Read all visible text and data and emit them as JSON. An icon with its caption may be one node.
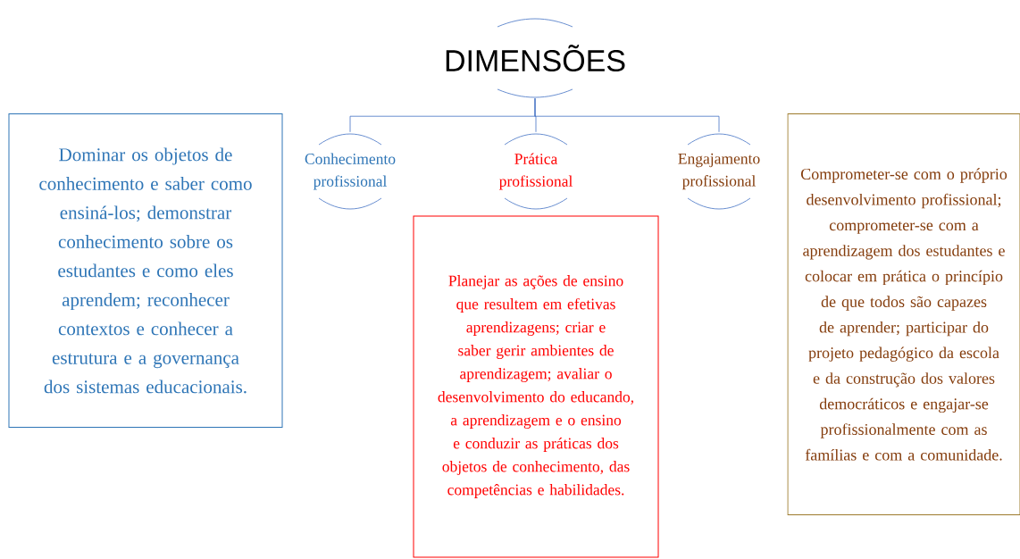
{
  "diagram": {
    "nodes": [
      {
        "text": [
          "DIMENSÕES"
        ]
      },
      {
        "text": [
          "Conhecimento profissional"
        ]
      },
      {
        "text": [
          "Prática profissional"
        ]
      },
      {
        "text": [
          "Engajamento profissional"
        ]
      },
      {
        "text": [
          "Dominar os objetos de conhecimento e saber como ensiná-los; demonstrar conhecimento sobre os estudantes e como eles aprendem; reconhecer contextos e conhecer a estrutura e a governança dos sistemas educacionais."
        ]
      },
      {
        "text": [
          "Planejar as ações de ensino que resultem em efetivas aprendizagens; criar e saber gerir ambientes de aprendizagem; avaliar o desenvolvimento do educando, a aprendizagem e o ensino e conduzir as práticas dos objetos de conhecimento, das competências e habilidades."
        ]
      },
      {
        "text": [
          "Comprometer-se com o próprio desenvolvimento profissional; comprometer-se com a aprendizagem dos estudantes e colocar em prática o princípio de que todos são capazes de aprender; participar do projeto pedagógico da escola e da construção dos valores democráticos e engajar-se profissionalmente com as famílias e com a comunidade."
        ]
      }
    ],
    "edges": [
      {
        "from": 0,
        "to": 1,
        "arrow": "none"
      },
      {
        "from": 0,
        "to": 2,
        "arrow": "none"
      },
      {
        "from": 0,
        "to": 3,
        "arrow": "none"
      }
    ]
  }
}
